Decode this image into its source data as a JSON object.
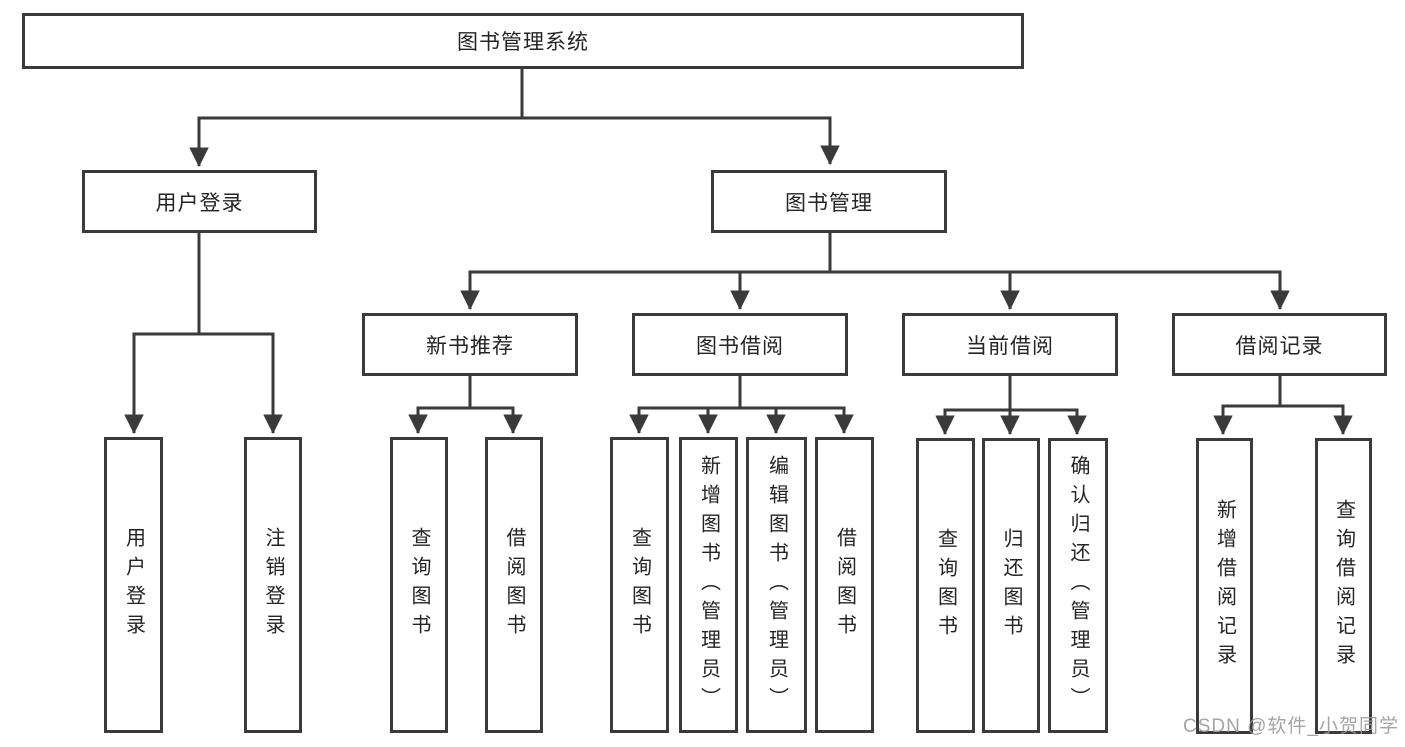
{
  "root": {
    "label": "图书管理系统"
  },
  "level2": [
    {
      "label": "用户登录",
      "parent": "图书管理系统"
    },
    {
      "label": "图书管理",
      "parent": "图书管理系统"
    }
  ],
  "level3": [
    {
      "label": "新书推荐",
      "parent": "图书管理"
    },
    {
      "label": "图书借阅",
      "parent": "图书管理"
    },
    {
      "label": "当前借阅",
      "parent": "图书管理"
    },
    {
      "label": "借阅记录",
      "parent": "图书管理"
    }
  ],
  "leaves": [
    {
      "label": "用户登录",
      "parent": "用户登录"
    },
    {
      "label": "注销登录",
      "parent": "用户登录"
    },
    {
      "label": "查询图书",
      "parent": "新书推荐"
    },
    {
      "label": "借阅图书",
      "parent": "新书推荐"
    },
    {
      "label": "查询图书",
      "parent": "图书借阅"
    },
    {
      "label": "新增图书（管理员）",
      "parent": "图书借阅"
    },
    {
      "label": "编辑图书（管理员）",
      "parent": "图书借阅"
    },
    {
      "label": "借阅图书",
      "parent": "图书借阅"
    },
    {
      "label": "查询图书",
      "parent": "当前借阅"
    },
    {
      "label": "归还图书",
      "parent": "当前借阅"
    },
    {
      "label": "确认归还（管理员）",
      "parent": "当前借阅"
    },
    {
      "label": "新增借阅记录",
      "parent": "借阅记录"
    },
    {
      "label": "查询借阅记录",
      "parent": "借阅记录"
    }
  ],
  "watermark": {
    "text": "CSDN @软件_小贺同学"
  },
  "colors": {
    "line": "#3a3a3a",
    "text": "#242424",
    "watermark": "#9b9b9f",
    "background": "#ffffff"
  }
}
